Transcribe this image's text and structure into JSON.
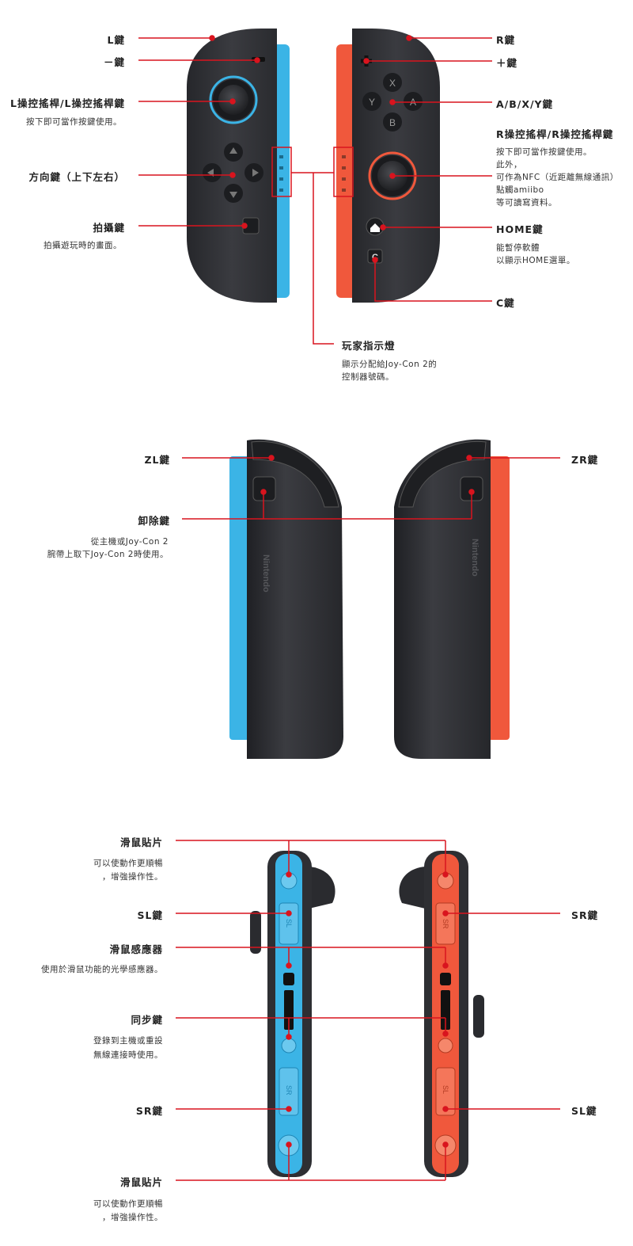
{
  "colors": {
    "accent_red": "#d9141e",
    "joycon_blue": "#3bb4e6",
    "joycon_red": "#f0583c",
    "body_dark": "#2e2f33"
  },
  "front": {
    "left": {
      "l_button": "L鍵",
      "minus_button": "－鍵",
      "l_stick": {
        "label": "L操控搖桿/L操控搖桿鍵",
        "desc": "按下即可當作按鍵使用。"
      },
      "dpad": "方向鍵（上下左右）",
      "capture": {
        "label": "拍攝鍵",
        "desc": "拍攝遊玩時的畫面。"
      }
    },
    "right": {
      "r_button": "R鍵",
      "plus_button": "＋鍵",
      "abxy": "A/B/X/Y鍵",
      "r_stick": {
        "label": "R操控搖桿/R操控搖桿鍵",
        "desc": [
          "按下即可當作按鍵使用。",
          "此外，",
          "可作為NFC（近距離無線通訊）",
          "點觸amiibo",
          "等可讀寫資料。"
        ]
      },
      "home": {
        "label": "HOME鍵",
        "desc": [
          "能暫停軟體",
          "以顯示HOME選單。"
        ]
      },
      "c_button": "C鍵"
    },
    "player_lights": {
      "label": "玩家指示燈",
      "desc": [
        "顯示分配給Joy-Con 2的",
        "控制器號碼。"
      ]
    },
    "face_letters": {
      "x": "X",
      "y": "Y",
      "a": "A",
      "b": "B",
      "c": "C"
    }
  },
  "top": {
    "zl": "ZL鍵",
    "zr": "ZR鍵",
    "release": {
      "label": "卸除鍵",
      "desc": [
        "從主機或Joy-Con 2",
        "腕帶上取下Joy-Con 2時使用。"
      ]
    },
    "brand": "Nintendo"
  },
  "rail": {
    "mouse_pad_top": {
      "label": "滑鼠貼片",
      "desc": [
        "可以使動作更順暢",
        "，增強操作性。"
      ]
    },
    "sl_left": "SL鍵",
    "sensor": {
      "label": "滑鼠感應器",
      "desc": "使用於滑鼠功能的光學感應器。"
    },
    "sync": {
      "label": "同步鍵",
      "desc": [
        "登錄到主機或重設",
        "無線連接時使用。"
      ]
    },
    "sr_left": "SR鍵",
    "mouse_pad_bottom": {
      "label": "滑鼠貼片",
      "desc": [
        "可以使動作更順暢",
        "，增強操作性。"
      ]
    },
    "sr_right": "SR鍵",
    "sl_right": "SL鍵",
    "rail_letters": {
      "sl": "SL",
      "sr": "SR"
    }
  }
}
